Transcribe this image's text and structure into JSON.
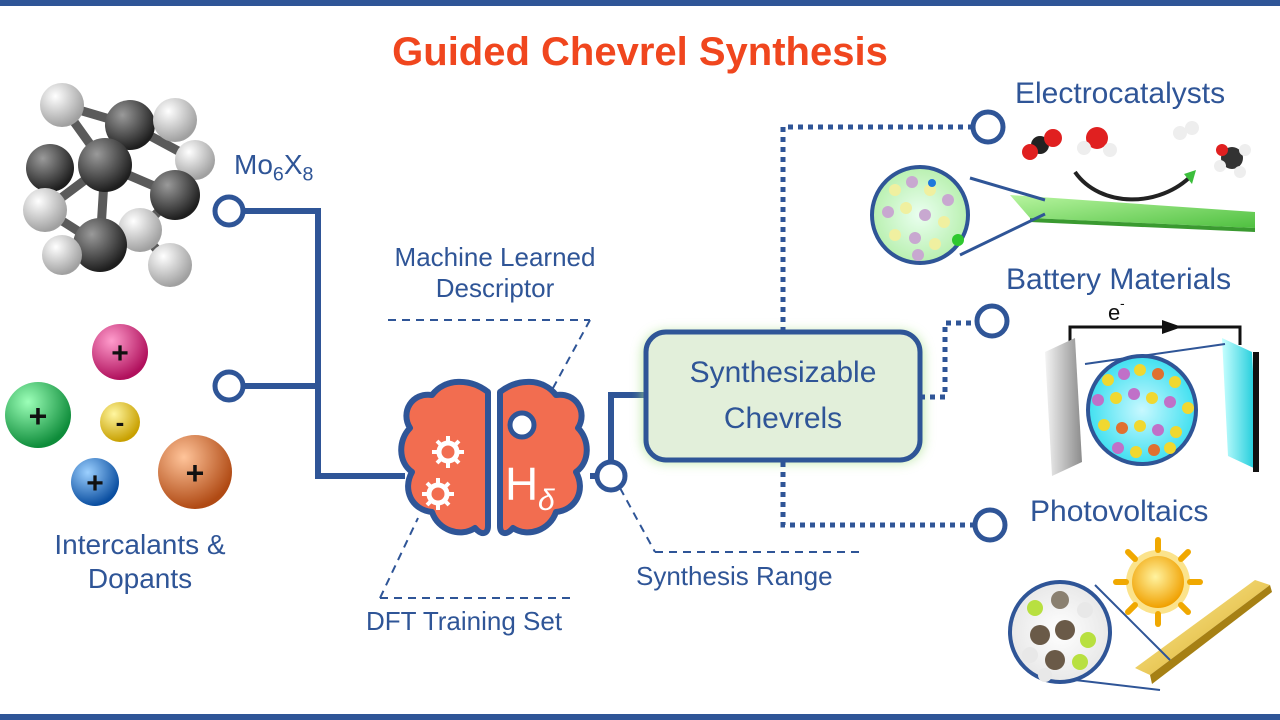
{
  "title": "Guided Chevrel Synthesis",
  "inputs": {
    "cluster_main": "Mo",
    "cluster_sub1": "6",
    "cluster_x": "X",
    "cluster_sub2": "8",
    "intercalants_line1": "Intercalants &",
    "intercalants_line2": "Dopants"
  },
  "ions": {
    "plus": "+",
    "minus": "-"
  },
  "model": {
    "descriptor_line1": "Machine Learned",
    "descriptor_line2": "Descriptor",
    "training": "DFT Training Set",
    "range": "Synthesis Range",
    "h_symbol": "H",
    "delta_symbol": "δ"
  },
  "center": {
    "line1": "Synthesizable",
    "line2": "Chevrels"
  },
  "applications": {
    "electro": "Electrocatalysts",
    "battery": "Battery Materials",
    "pv": "Photovoltaics",
    "electron": "e",
    "electron_sup": "-"
  },
  "colors": {
    "navy": "#2f5597",
    "title_red": "#f0461e",
    "brain": "#f26d50",
    "box_fill": "#e2efda",
    "box_glow": "#a9e08a",
    "ion_magenta": "#e6197d",
    "ion_green": "#1ec85a",
    "ion_yellow": "#f0d21e",
    "ion_blue": "#1e78dc",
    "ion_orange": "#e6783c"
  }
}
